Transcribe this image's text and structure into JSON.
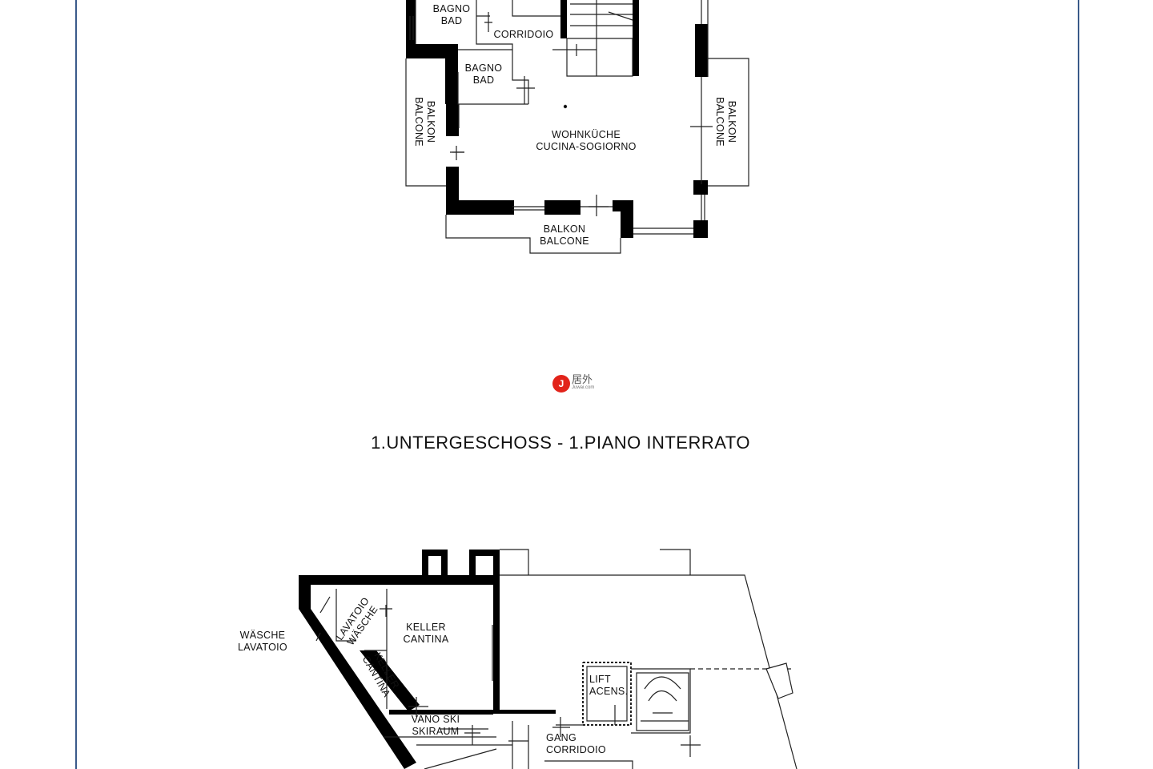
{
  "upper_floor": {
    "rooms": [
      {
        "id": "bagno-1",
        "lines": [
          "BAGNO",
          "BAD"
        ]
      },
      {
        "id": "corridoio-top",
        "lines": [
          "CORRIDOIO"
        ]
      },
      {
        "id": "bagno-2",
        "lines": [
          "BAGNO",
          "BAD"
        ]
      },
      {
        "id": "balkon-left",
        "lines": [
          "BALKON",
          "BALCONE"
        ]
      },
      {
        "id": "wohnkueche",
        "lines": [
          "WOHNKÜCHE",
          "CUCINA-SOGIORNO"
        ]
      },
      {
        "id": "balkon-right",
        "lines": [
          "BALKON",
          "BALCONE"
        ]
      },
      {
        "id": "balkon-bottom",
        "lines": [
          "BALKON",
          "BALCONE"
        ]
      }
    ]
  },
  "basement": {
    "title": "1.UNTERGESCHOSS - 1.PIANO INTERRATO",
    "rooms": [
      {
        "id": "waesche-outside",
        "lines": [
          "WÄSCHE",
          "LAVATOIO"
        ]
      },
      {
        "id": "lavatoio-waesche",
        "lines": [
          "LAVATOIO",
          "WÄSCHE"
        ]
      },
      {
        "id": "keller-1",
        "lines": [
          "KELLER",
          "CANTINA"
        ]
      },
      {
        "id": "keller-2",
        "lines": [
          "KELLER",
          "CANTINA"
        ]
      },
      {
        "id": "lift",
        "lines": [
          "LIFT",
          "ACENS."
        ]
      },
      {
        "id": "vano-ski",
        "lines": [
          "VANO SKI",
          "SKIRAUM"
        ]
      },
      {
        "id": "gang",
        "lines": [
          "GANG",
          "CORRIDOIO"
        ]
      }
    ]
  },
  "watermark": {
    "icon": "juwai-logo-icon",
    "glyph": "J",
    "cn": "居外",
    "en": "Juwai.com",
    "color": "#e2231a"
  },
  "colors": {
    "frame": "#3a5a8a",
    "wall": "#000000",
    "line": "#222222"
  }
}
